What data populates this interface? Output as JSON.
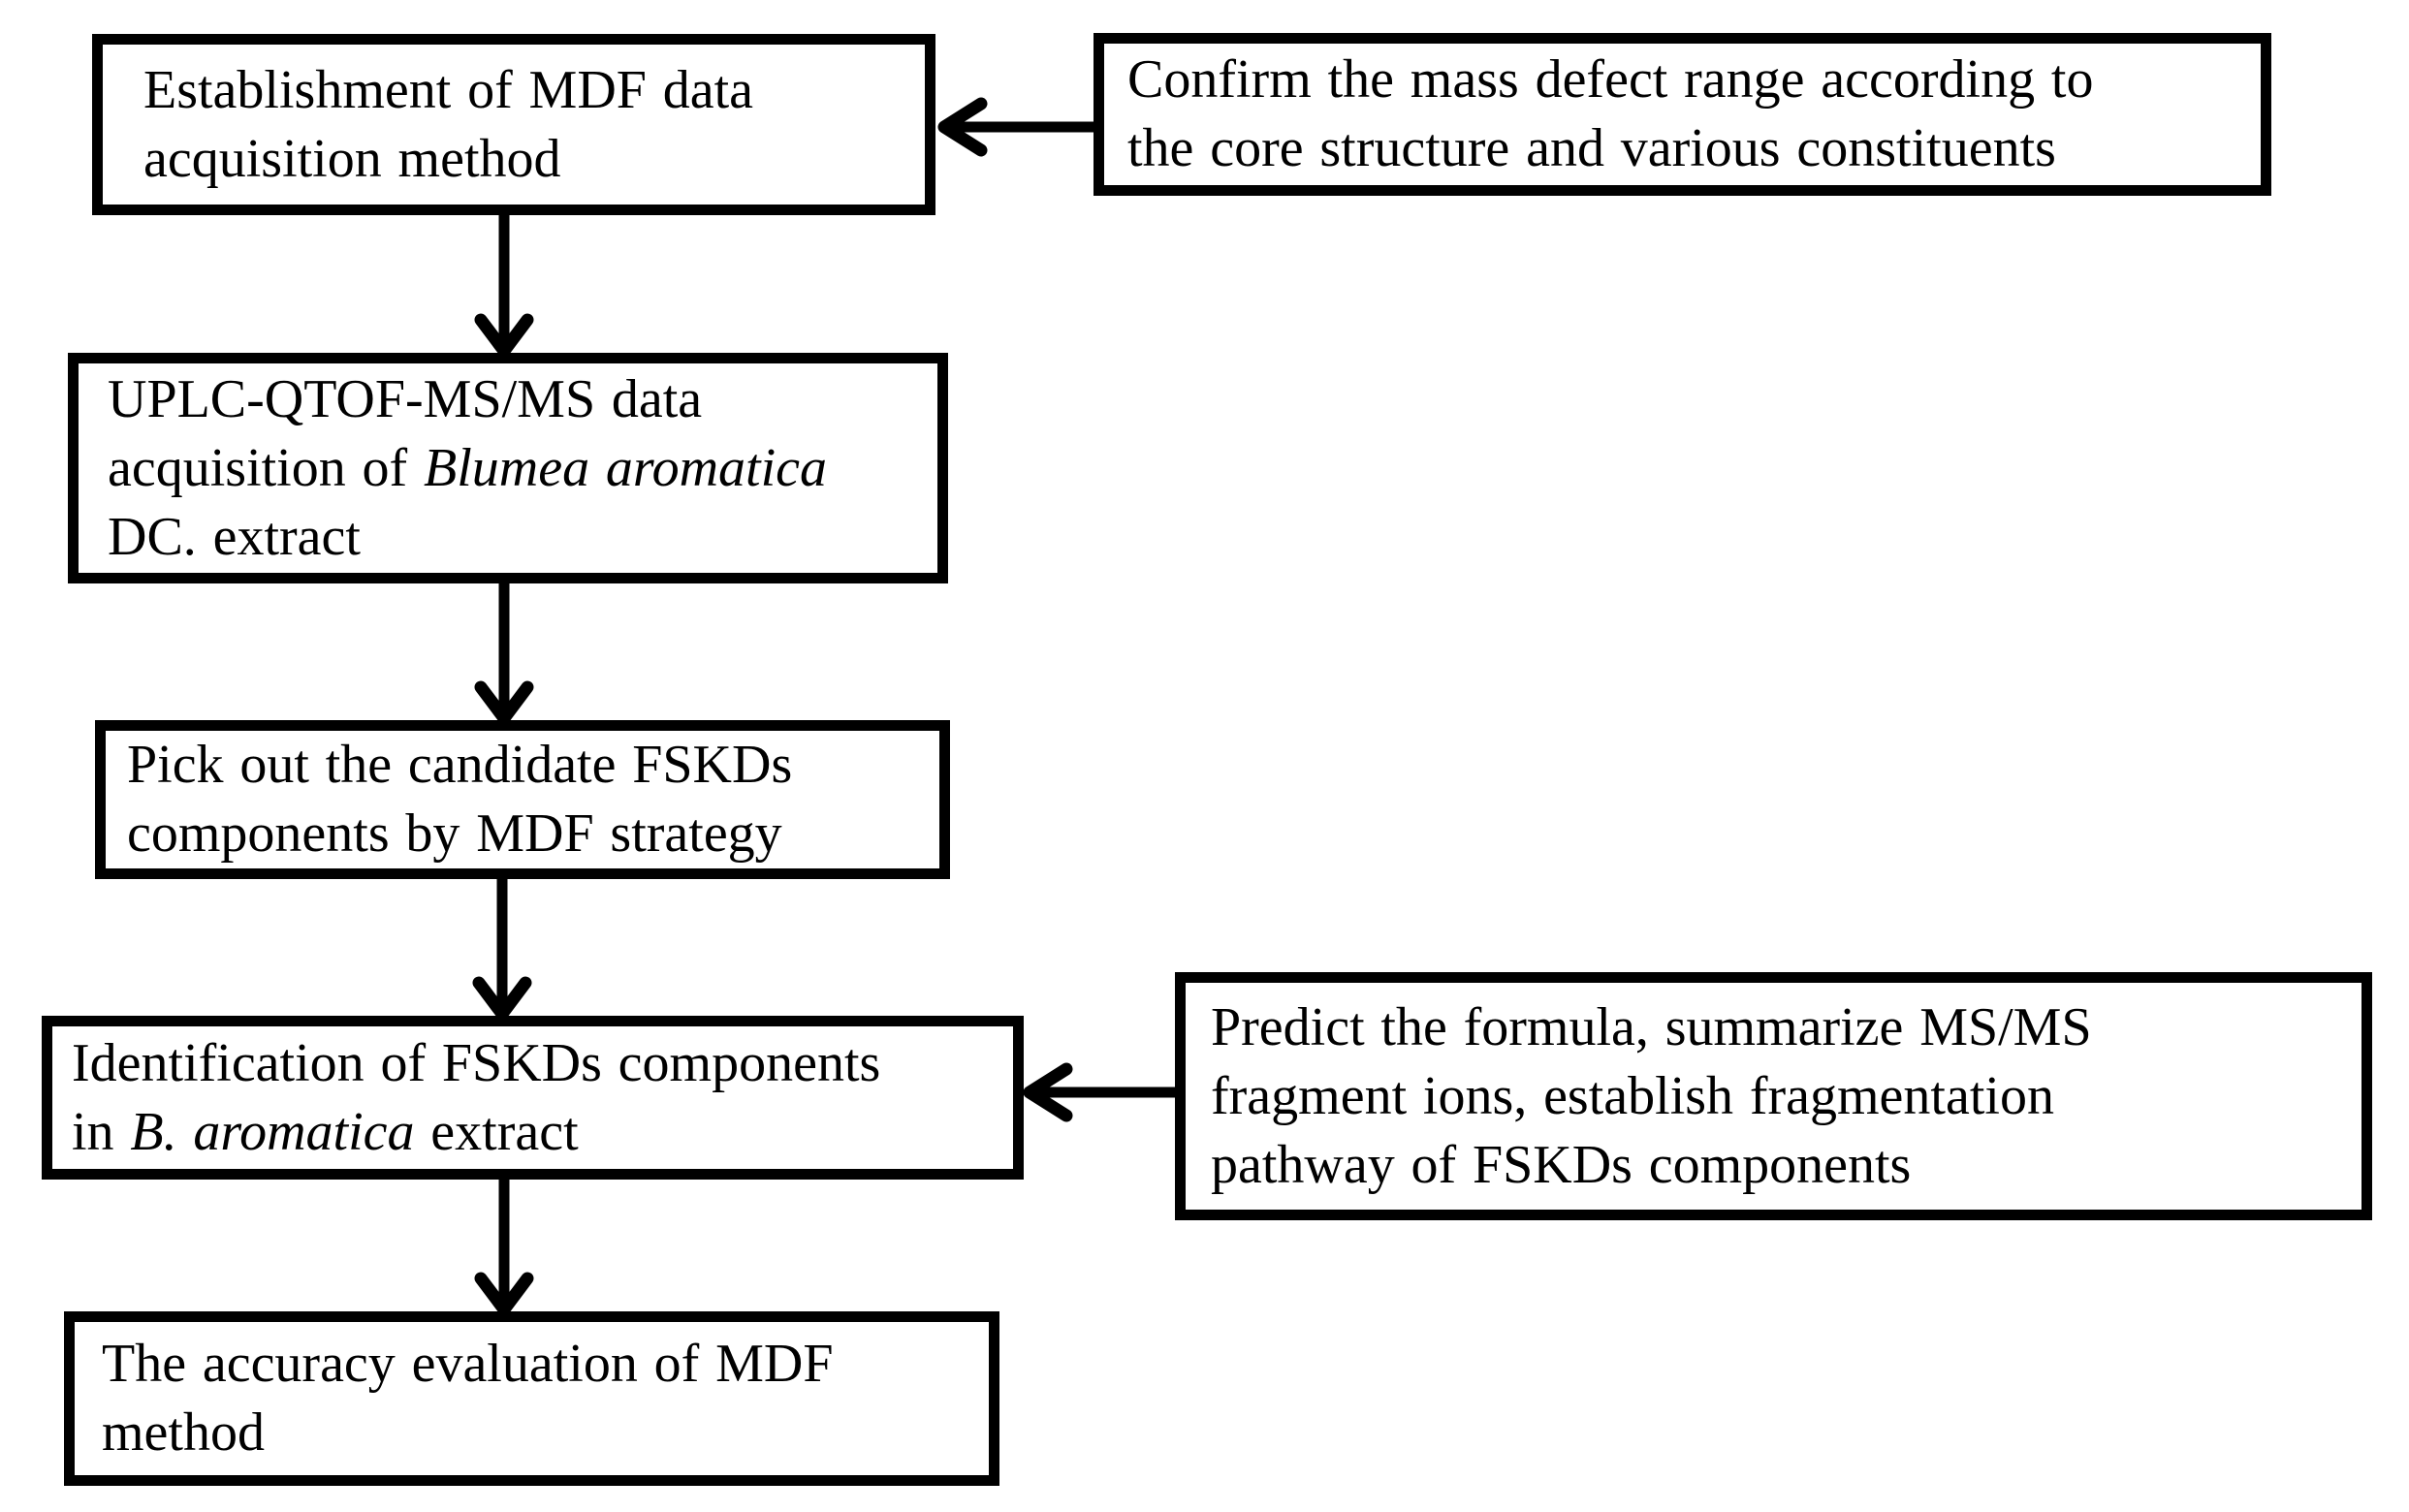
{
  "flowchart": {
    "colors": {
      "border": "#000000",
      "text": "#000000",
      "background": "#ffffff",
      "arrow": "#000000"
    },
    "nodes": {
      "establishment": {
        "label": "Establishment of MDF data\nacquisition method"
      },
      "confirm": {
        "label": "Confirm the mass defect range according to\nthe core structure and various constituents"
      },
      "uplc": {
        "label_pre": "UPLC-QTOF-MS/MS data\nacquisition of ",
        "label_italic": "Blumea aromatica",
        "label_post": "\nDC. extract"
      },
      "pick": {
        "label": "Pick out the candidate FSKDs\ncomponents by MDF strategy"
      },
      "identification": {
        "label_pre": "Identification of FSKDs components\nin ",
        "label_italic": "B. aromatica",
        "label_post": " extract"
      },
      "predict": {
        "label": "Predict the formula, summarize MS/MS\nfragment ions, establish fragmentation\npathway of FSKDs components"
      },
      "accuracy": {
        "label": "The accuracy evaluation of MDF\nmethod"
      }
    },
    "connectors": [
      {
        "from": "confirm",
        "to": "establishment",
        "direction": "left"
      },
      {
        "from": "establishment",
        "to": "uplc",
        "direction": "down"
      },
      {
        "from": "uplc",
        "to": "pick",
        "direction": "down"
      },
      {
        "from": "pick",
        "to": "identification",
        "direction": "down"
      },
      {
        "from": "predict",
        "to": "identification",
        "direction": "left"
      },
      {
        "from": "identification",
        "to": "accuracy",
        "direction": "down"
      }
    ]
  }
}
